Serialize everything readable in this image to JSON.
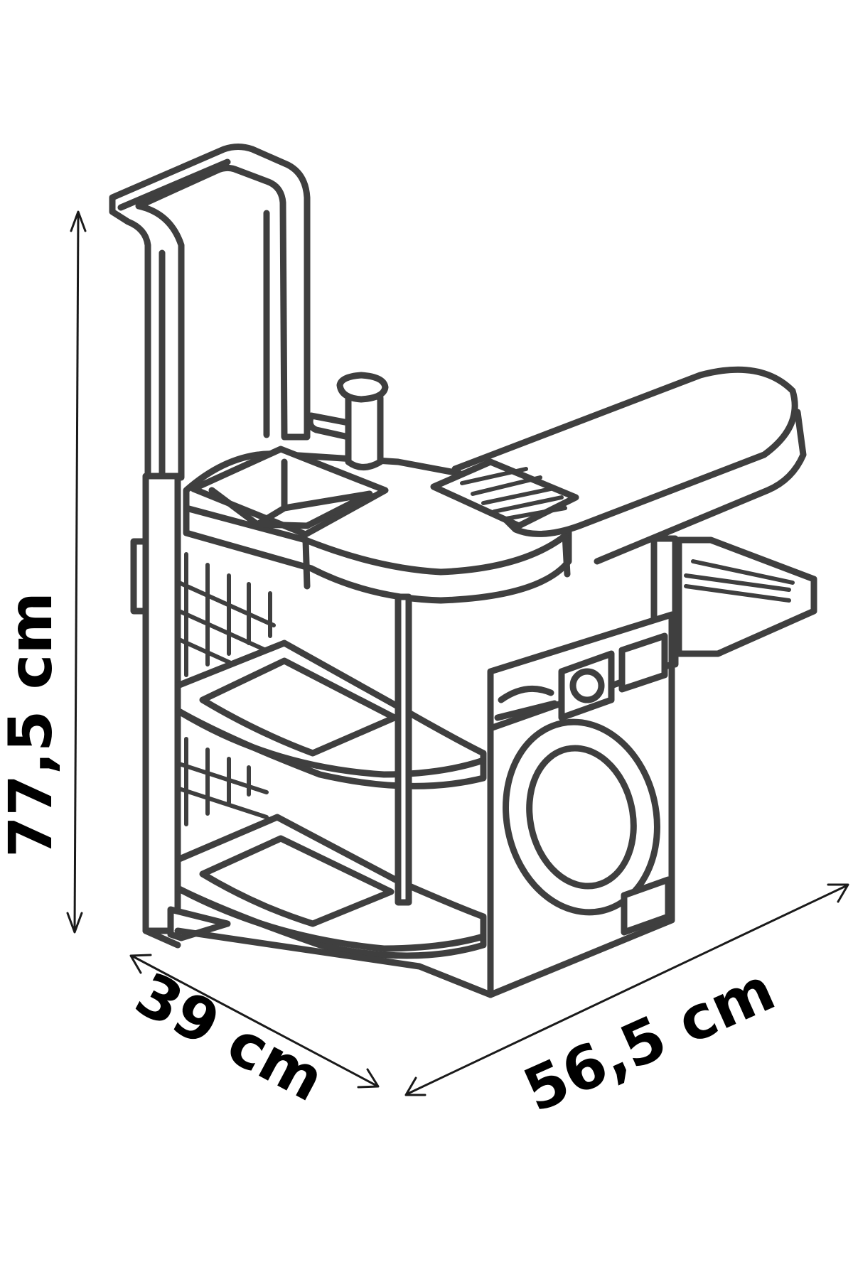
{
  "dimensions": {
    "height_label": "77,5 cm",
    "depth_label": "39 cm",
    "width_label": "56,5 cm"
  },
  "colors": {
    "outline": "#3f3f3f",
    "fill": "#ffffff",
    "text": "#000000"
  }
}
